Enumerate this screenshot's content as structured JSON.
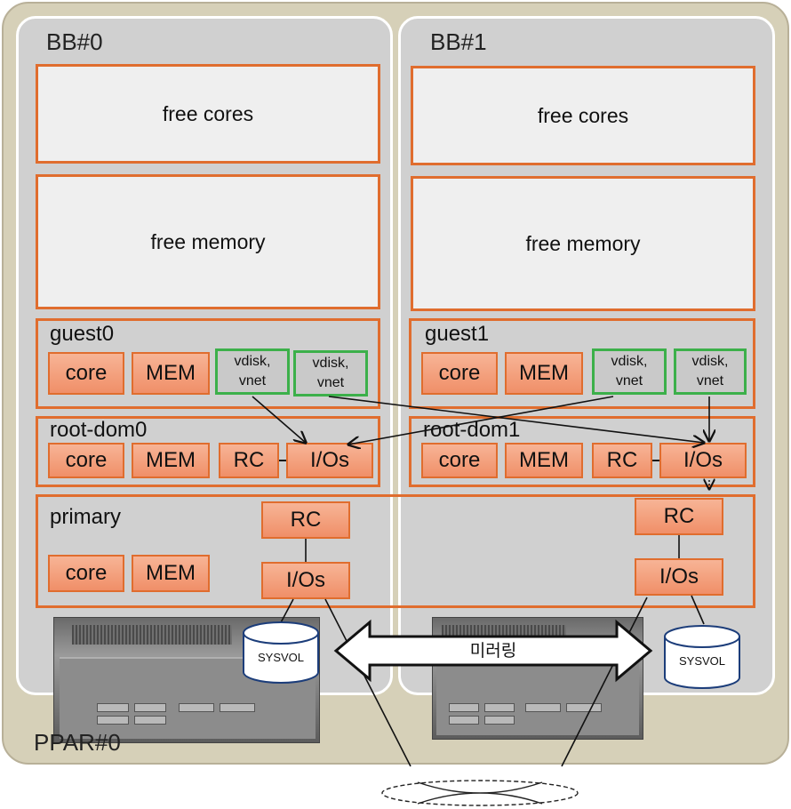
{
  "ppar": {
    "label": "PPAR#0"
  },
  "bb0": {
    "label": "BB#0",
    "free_cores": "free cores",
    "free_memory": "free memory",
    "guest": {
      "label": "guest0",
      "core": "core",
      "mem": "MEM",
      "vdisk1": "vdisk,\nvnet",
      "vdisk2": "vdisk,\nvnet"
    },
    "root": {
      "label": "root-dom0",
      "core": "core",
      "mem": "MEM",
      "rc": "RC",
      "ios": "I/Os"
    },
    "sysvol": "SYSVOL"
  },
  "bb1": {
    "label": "BB#1",
    "free_cores": "free cores",
    "free_memory": "free memory",
    "guest": {
      "label": "guest1",
      "core": "core",
      "mem": "MEM",
      "vdisk1": "vdisk,\nvnet",
      "vdisk2": "vdisk,\nvnet"
    },
    "root": {
      "label": "root-dom1",
      "core": "core",
      "mem": "MEM",
      "rc": "RC",
      "ios": "I/Os"
    },
    "sysvol": "SYSVOL"
  },
  "primary": {
    "label": "primary",
    "core": "core",
    "mem": "MEM",
    "rc_left": "RC",
    "ios_left": "I/Os",
    "rc_right": "RC",
    "ios_right": "I/Os"
  },
  "mirror": {
    "label": "미러링"
  },
  "colors": {
    "orange_border": "#e06d2e",
    "chip_fill": "#f3a282",
    "green_border": "#3cb04a",
    "ppar_bg": "#d6d0b8",
    "bb_bg": "#d0d0d0"
  }
}
